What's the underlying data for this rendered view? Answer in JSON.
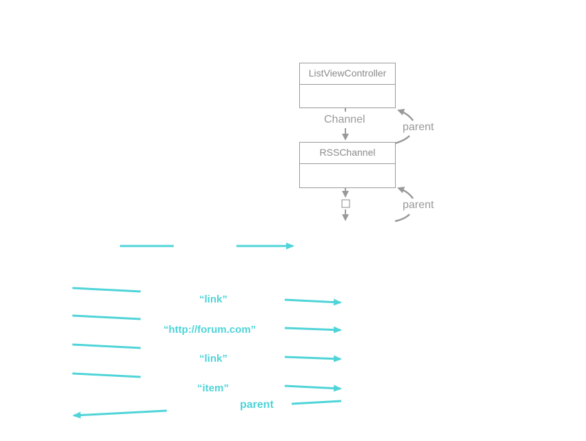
{
  "colors": {
    "accent": "#4fd4d8",
    "outline": "#999999",
    "text_gray": "#8a8a8a"
  },
  "uml": {
    "top_class": "ListViewController",
    "bottom_class": "RSSChannel",
    "relation_label": "Channel",
    "parent_label_1": "parent",
    "parent_label_2": "parent"
  },
  "flow": {
    "label_1": "“link”",
    "label_2": "“http://forum.com”",
    "label_3": "“link”",
    "label_4": "“item”",
    "return_label": "parent"
  }
}
